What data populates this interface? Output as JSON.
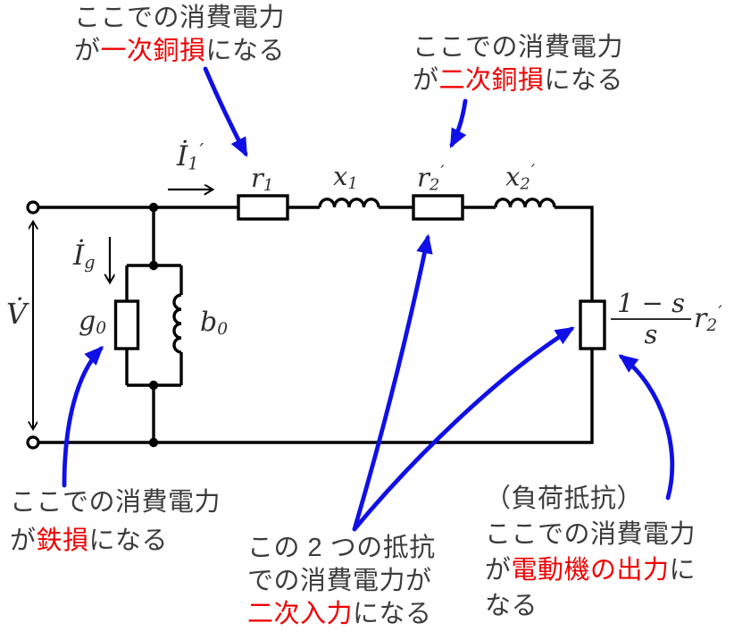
{
  "colors": {
    "circuit": "#000000",
    "annotation_text": "#3c3c3c",
    "highlight_red": "#ee0000",
    "arrow_blue": "#1010e6"
  },
  "annotations": {
    "primary_copper_loss": {
      "line1": "ここでの消費電力",
      "line2_pre": "が",
      "line2_red": "一次銅損",
      "line2_post": "になる"
    },
    "secondary_copper_loss": {
      "line1": "ここでの消費電力",
      "line2_pre": "が",
      "line2_red": "二次銅損",
      "line2_post": "になる"
    },
    "iron_loss": {
      "line1": "ここでの消費電力",
      "line2_pre": "が",
      "line2_red": "鉄損",
      "line2_post": "になる"
    },
    "secondary_input": {
      "line1": "この 2 つの抵抗",
      "line2": "での消費電力が",
      "line3_red": "二次入力",
      "line3_post": "になる"
    },
    "motor_output": {
      "line1": "（負荷抵抗）",
      "line2": "ここでの消費電力",
      "line3_pre": "が",
      "line3_red": "電動機の出力",
      "line3_post": "に",
      "line4": "なる"
    }
  },
  "labels": {
    "voltage": "V̇",
    "i1": {
      "base": "İ",
      "sub": "1",
      "prime": "′"
    },
    "ig": {
      "base": "İ",
      "sub": "g"
    },
    "r1": {
      "base": "r",
      "sub": "1"
    },
    "x1": {
      "base": "x",
      "sub": "1"
    },
    "r2": {
      "base": "r",
      "sub": "2",
      "prime": "′"
    },
    "x2": {
      "base": "x",
      "sub": "2",
      "prime": "′"
    },
    "g0": {
      "base": "g",
      "sub": "0"
    },
    "b0": {
      "base": "b",
      "sub": "0"
    },
    "load": {
      "numerator": "1 − s",
      "denominator": "s",
      "r_base": "r",
      "r_sub": "2",
      "r_prime": "′"
    }
  }
}
